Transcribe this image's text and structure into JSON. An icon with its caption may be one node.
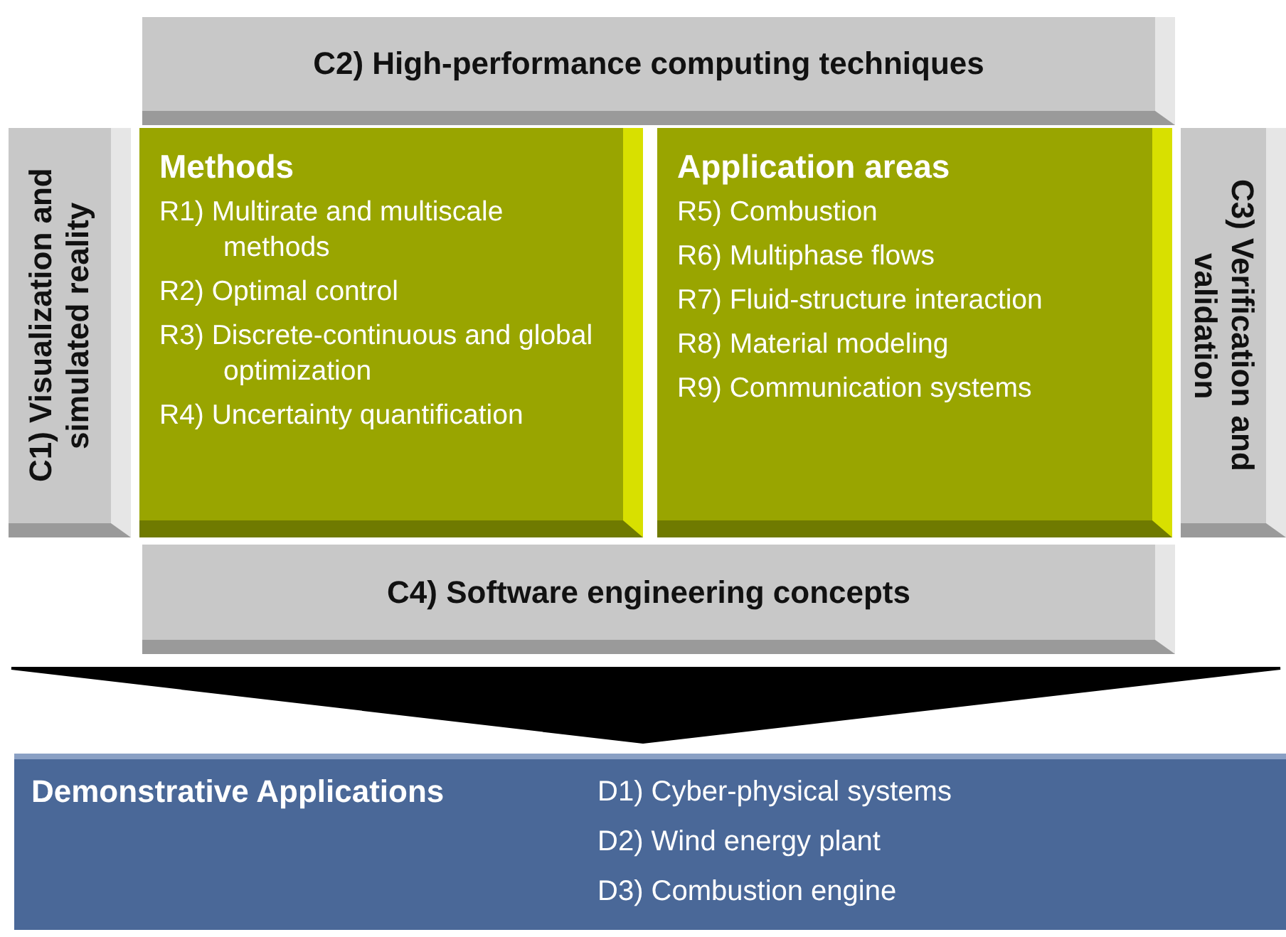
{
  "diagram": {
    "nodes": [
      {
        "text": [
          "C2) High-performance computing techniques"
        ]
      },
      {
        "text": [
          "C1) Visualization and simulated reality"
        ]
      },
      {
        "text": [
          "Methods",
          "R1) Multirate and multiscale methods",
          "R2) Optimal control",
          "R3) Discrete-continuous and global optimization",
          "R4) Uncertainty quantification"
        ]
      },
      {
        "text": [
          "Application areas",
          "R5) Combustion",
          "R6) Multiphase flows",
          "R7) Fluid-structure interaction",
          "R8) Material modeling",
          "R9) Communication systems"
        ]
      },
      {
        "text": [
          "C3) Verification and validation"
        ]
      },
      {
        "text": [
          "C4) Software engineering concepts"
        ]
      },
      {
        "text": [
          "Demonstrative Applications",
          "D1) Cyber-physical systems",
          "D2) Wind energy plant",
          "D3) Combustion engine"
        ]
      }
    ],
    "edges": [
      {
        "from": 5,
        "to": 6,
        "arrow": "to"
      }
    ]
  }
}
